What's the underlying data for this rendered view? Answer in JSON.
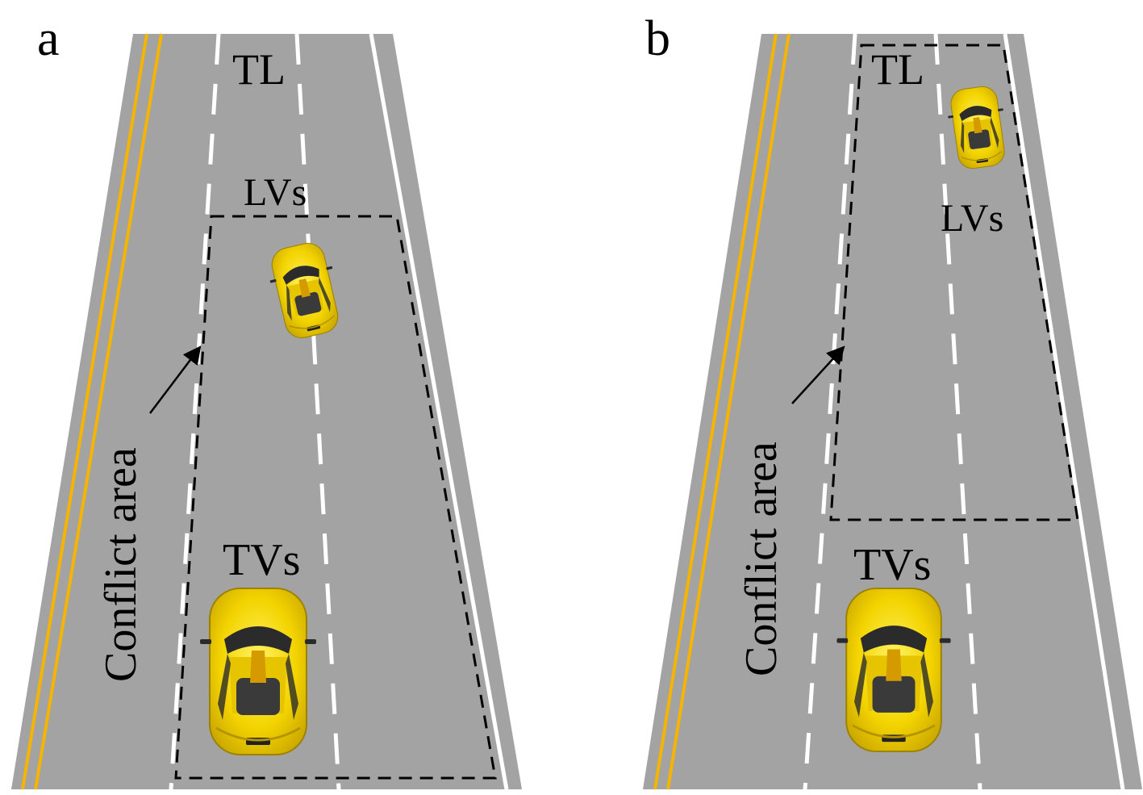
{
  "panels": [
    {
      "letter": "a",
      "lane_label": "TL",
      "lead_label": "LVs",
      "trailing_label": "TVs",
      "area_label": "Conflict area"
    },
    {
      "letter": "b",
      "lane_label": "TL",
      "lead_label": "LVs",
      "trailing_label": "TVs",
      "area_label": "Conflict area"
    }
  ],
  "colors": {
    "road": "#a3a3a3",
    "center_line": "#f5b400",
    "lane_marking": "#ffffff",
    "conflict_outline": "#000000",
    "car_body": "#f3d400",
    "car_roof": "#2b2b2b"
  },
  "icons": [
    "car-icon",
    "arrow-icon"
  ]
}
